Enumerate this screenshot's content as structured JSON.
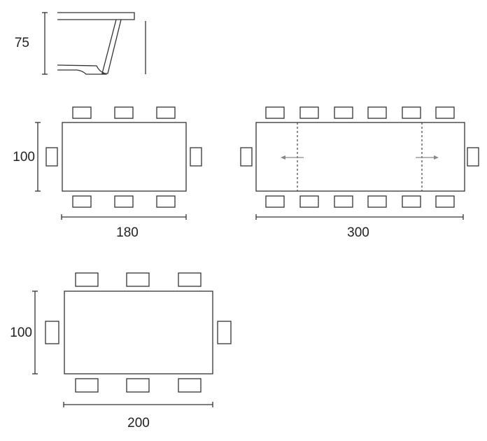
{
  "side_view": {
    "height_label": "75"
  },
  "plan_180": {
    "depth_label": "100",
    "length_label": "180"
  },
  "plan_300": {
    "length_label": "300"
  },
  "plan_200": {
    "depth_label": "100",
    "length_label": "200"
  },
  "colors": {
    "line": "#333333",
    "extension_arrow": "#888888"
  }
}
